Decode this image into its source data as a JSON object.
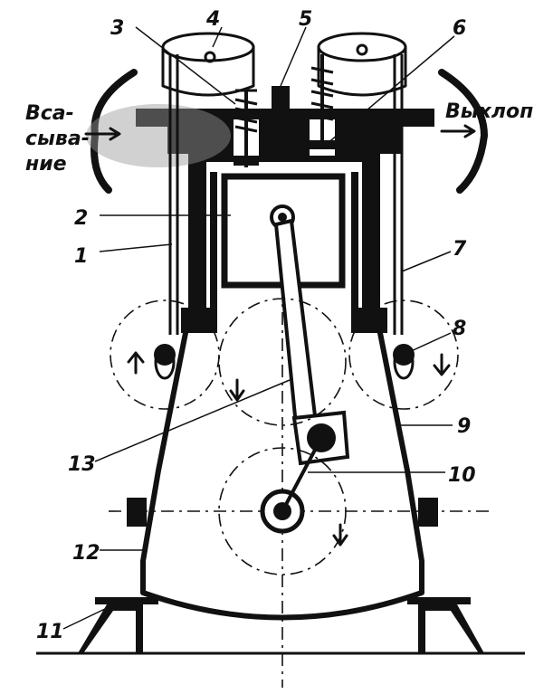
{
  "labels": {
    "intake": [
      "Вса-",
      "сыва-",
      "ние"
    ],
    "exhaust": "Выхлоп",
    "parts": [
      "1",
      "2",
      "3",
      "4",
      "5",
      "6",
      "7",
      "8",
      "9",
      "10",
      "11",
      "12",
      "13"
    ]
  },
  "icons": {
    "intake_arrow": "arrow-right-icon",
    "exhaust_arrow": "arrow-right-icon",
    "rotation_arrows": "curved-arrow-icon"
  },
  "colors": {
    "ink": "#111111",
    "paper": "#ffffff",
    "gas": "#9a9a9a"
  }
}
